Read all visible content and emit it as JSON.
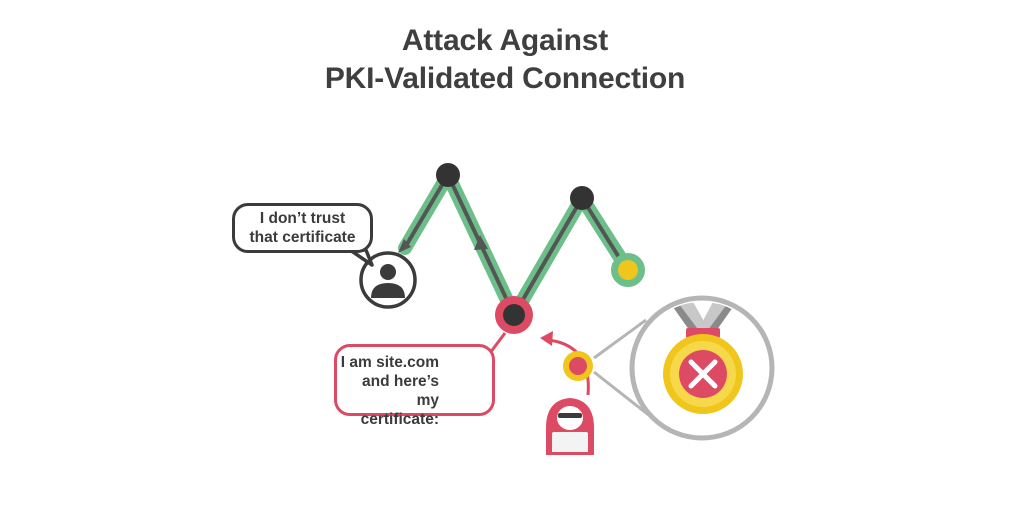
{
  "title": {
    "line1": "Attack Against",
    "line2": "PKI-Validated Connection"
  },
  "user_bubble": {
    "line1": "I don’t trust",
    "line2": "that certificate"
  },
  "attacker_bubble": {
    "line1": "I am site.com",
    "line2": "and here’s my",
    "line3": "certificate:"
  },
  "icons": {
    "user": "user-avatar-icon",
    "attacker": "hooded-hacker-icon",
    "certificate": "invalid-certificate-medal-icon",
    "magnifier": "magnifying-lens-icon"
  },
  "colors": {
    "connection_line": "#6dbf8a",
    "line_core": "#555555",
    "attacker_red": "#dc4a63",
    "node_dark": "#333333",
    "certificate_gold": "#f1c61c",
    "ribbon_gray": "#9a9a9a",
    "text": "#3f3f3f"
  }
}
